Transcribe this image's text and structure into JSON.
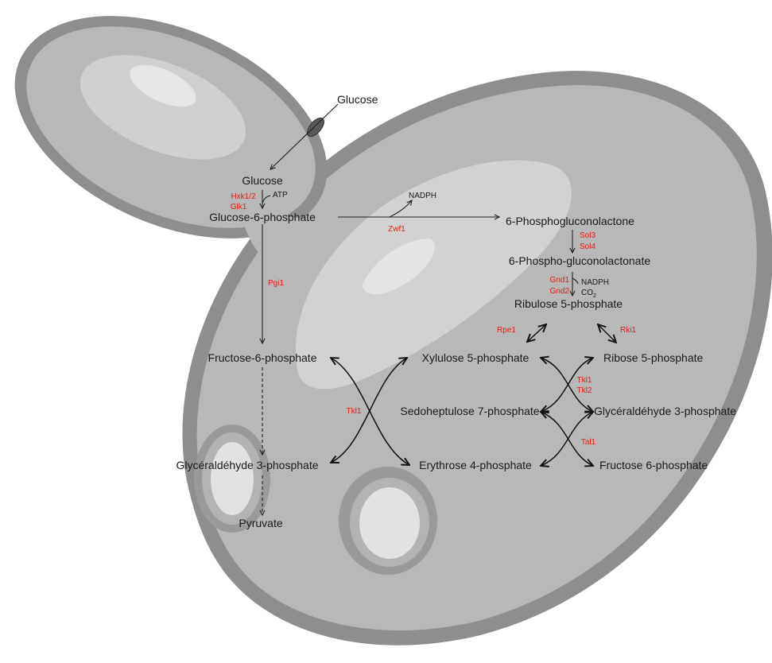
{
  "colors": {
    "enzyme": "#e0201b",
    "text": "#1a1a1a",
    "cell_outer": "#8e8e8e",
    "cell_fill": "#b9b9b9",
    "cell_highlight": "#dedede",
    "transporter": "#595959"
  },
  "metabolites": {
    "glucose_ext": "Glucose",
    "glucose": "Glucose",
    "g6p": "Glucose-6-phosphate",
    "f6p": "Fructose-6-phosphate",
    "g3p_glyco": "Glycéraldéhyde 3-phosphate",
    "pyruvate": "Pyruvate",
    "pgl": "6-Phosphogluconolactone",
    "pgn": "6-Phospho-gluconolactonate",
    "ru5p": "Ribulose 5-phosphate",
    "xu5p": "Xylulose 5-phosphate",
    "r5p": "Ribose 5-phosphate",
    "s7p": "Sedoheptulose 7-phosphate",
    "g3p_ppp": "Glycéraldéhyde 3-phosphate",
    "e4p": "Erythrose 4-phosphate",
    "f6p_ppp": "Fructose 6-phosphate"
  },
  "enzymes": {
    "hxk": "Hxk1/2",
    "glk": "Glk1",
    "pgi": "Pgi1",
    "zwf": "Zwf1",
    "sol3": "Sol3",
    "sol4": "Sol4",
    "gnd1": "Gnd1",
    "gnd2": "Gnd2",
    "rpe": "Rpe1",
    "rki": "Rki1",
    "tkl_left": "Tkl1",
    "tkl1_right": "Tkl1",
    "tkl2_right": "Tkl2",
    "tal": "Tal1"
  },
  "cofactors": {
    "atp": "ATP",
    "nadph_zwf": "NADPH",
    "nadph_gnd": "NADPH",
    "co2": "CO",
    "co2_sub": "2"
  }
}
